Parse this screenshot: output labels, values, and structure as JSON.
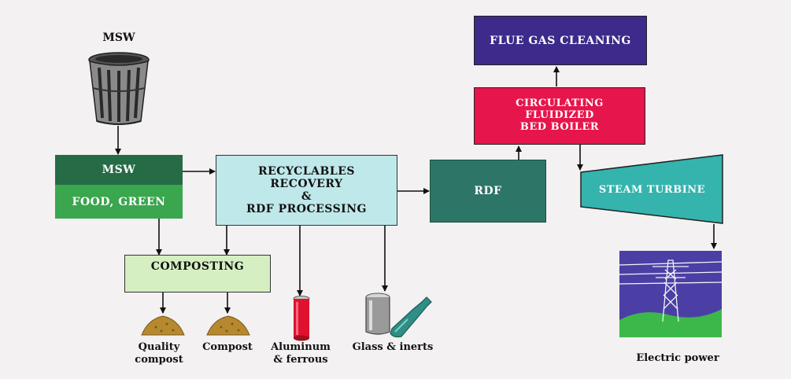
{
  "labels": {
    "msw_title": "MSW",
    "msw_box": "MSW",
    "food_green": "FOOD, GREEN",
    "recyclables": "RECYCLABLES\nRECOVERY\n&\nRDF PROCESSING",
    "rdf": "RDF",
    "composting": "COMPOSTING",
    "flue_gas": "FLUE GAS CLEANING",
    "cfb": "CIRCULATING\nFLUIDIZED\nBED BOILER",
    "steam_turbine": "STEAM TURBINE",
    "quality_compost": "Quality\ncompost",
    "compost": "Compost",
    "aluminum": "Aluminum\n& ferrous",
    "glass": "Glass & inerts",
    "electric_power": "Electric power"
  },
  "icons": {
    "trash_can": "trash-can-icon",
    "compost_pile": "compost-pile-icon",
    "aluminum_can": "aluminum-can-icon",
    "glass_bottle": "glass-bottle-icon",
    "power_tower": "power-tower-icon"
  },
  "colors": {
    "msw_dark": "#256b45",
    "food_green": "#3aa64e",
    "recyclables": "#bfe8ea",
    "rdf": "#2d7567",
    "composting": "#d5efc2",
    "flue_gas": "#3d2a8a",
    "cfb": "#e6164c",
    "steam_turbine": "#35b3ad",
    "compost": "#b7892f",
    "can_red": "#e0112f",
    "bottle_teal": "#2f8e86"
  }
}
